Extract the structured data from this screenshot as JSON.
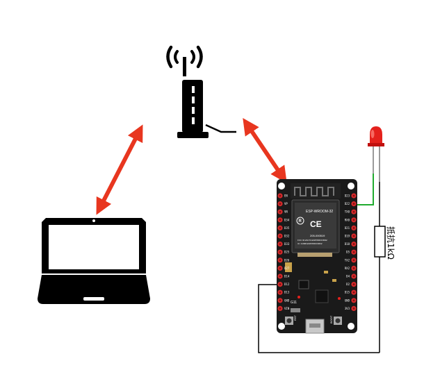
{
  "diagram": {
    "resistor_label": "抵抗1kΩ",
    "module": {
      "brand": "ESP-WROOM-32",
      "fcc_text": "FCC ID:2AC7Z-ESPWROOM32",
      "ic_text": "IC: 21098-ESPWROOM32",
      "ce_text": "CE",
      "r_text": "R",
      "code_text": "205-000519"
    },
    "board": {
      "reset_label": "RST",
      "boot_label": "BOOT",
      "led_pin_label": "G11",
      "left_pins": [
        "EN",
        "VP",
        "VN",
        "D34",
        "D35",
        "D32",
        "D33",
        "D25",
        "D26",
        "D27",
        "D14",
        "D12",
        "D13",
        "GND",
        "VIN"
      ],
      "right_pins": [
        "D23",
        "D22",
        "TX0",
        "RX0",
        "D21",
        "D19",
        "D18",
        "D5",
        "TX2",
        "RX2",
        "D4",
        "D2",
        "D15",
        "GND",
        "3V3"
      ]
    },
    "colors": {
      "arrow": "#e8361f",
      "wire_green": "#1faa2e",
      "board": "#1a1a1a",
      "pin_header": "#d4282a",
      "led": "#e4211c"
    },
    "icons": [
      "router-icon",
      "laptop-icon",
      "led-icon",
      "resistor-icon",
      "esp32-board-icon"
    ]
  }
}
